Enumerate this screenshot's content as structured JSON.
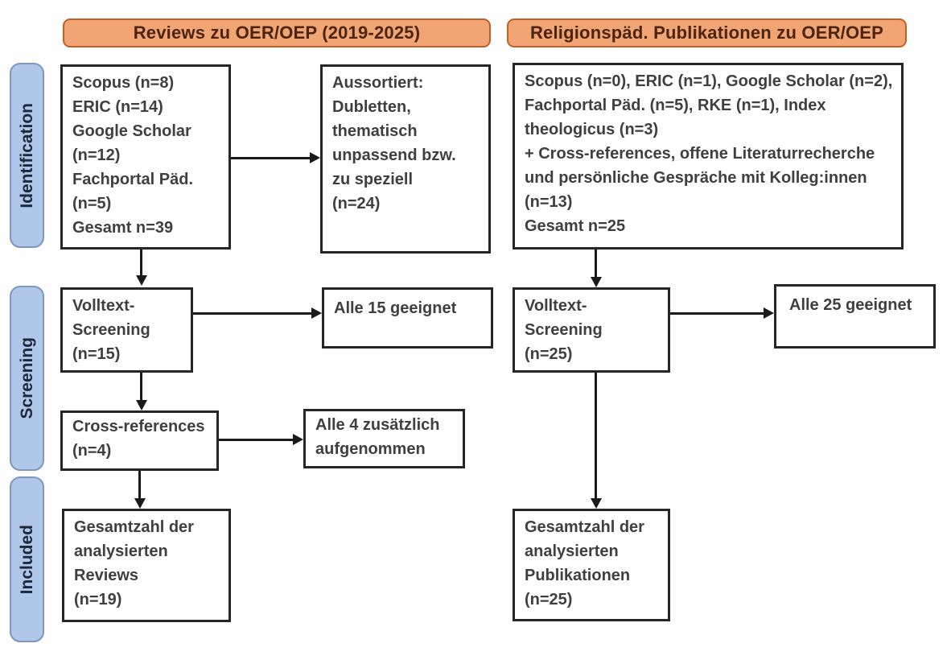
{
  "headers": {
    "left": "Reviews zu OER/OEP (2019-2025)",
    "right": "Religionspäd. Publikationen zu OER/OEP"
  },
  "sidebar": {
    "identification": "Identification",
    "screening": "Screening",
    "included": "Included"
  },
  "boxes": {
    "left_sources": {
      "lines": [
        "Scopus (n=8)",
        "ERIC (n=14)",
        "Google Scholar",
        "(n=12)",
        "Fachportal Päd.",
        "(n=5)",
        "Gesamt n=39"
      ]
    },
    "left_excluded": {
      "lines": [
        "Aussortiert:",
        "Dubletten,",
        "thematisch",
        "unpassend bzw.",
        "zu speziell",
        "(n=24)"
      ]
    },
    "left_fulltext": {
      "lines": [
        "Volltext-",
        "Screening",
        "(n=15)"
      ]
    },
    "left_fulltext_result": {
      "lines": [
        "Alle 15 geeignet"
      ]
    },
    "left_crossref": {
      "lines": [
        "Cross-references",
        "(n=4)"
      ]
    },
    "left_crossref_result": {
      "lines": [
        "Alle 4 zusätzlich",
        "aufgenommen"
      ]
    },
    "left_included": {
      "lines": [
        "Gesamtzahl der",
        "analysierten",
        "Reviews",
        "(n=19)"
      ]
    },
    "right_sources": {
      "lines": [
        "Scopus (n=0), ERIC (n=1), Google Scholar (n=2),",
        "Fachportal Päd. (n=5), RKE (n=1), Index",
        "theologicus (n=3)",
        "+ Cross-references, offene Literaturrecherche",
        "und persönliche Gespräche mit Kolleg:innen",
        "(n=13)",
        "Gesamt n=25"
      ]
    },
    "right_fulltext": {
      "lines": [
        "Volltext-",
        "Screening",
        "(n=25)"
      ]
    },
    "right_fulltext_result": {
      "lines": [
        "Alle 25 geeignet"
      ]
    },
    "right_included": {
      "lines": [
        "Gesamtzahl der",
        "analysierten",
        "Publikationen",
        "(n=25)"
      ]
    }
  },
  "colors": {
    "header_fill": "#F2A574",
    "header_border": "#C05F28",
    "header_text": "#4C2410",
    "stage_fill": "#AFC7E8",
    "stage_border": "#8096BE",
    "box_border": "#262626",
    "box_text": "#3F3F3F",
    "arrow": "#1A1A1A",
    "background": "#FEFEFE"
  }
}
